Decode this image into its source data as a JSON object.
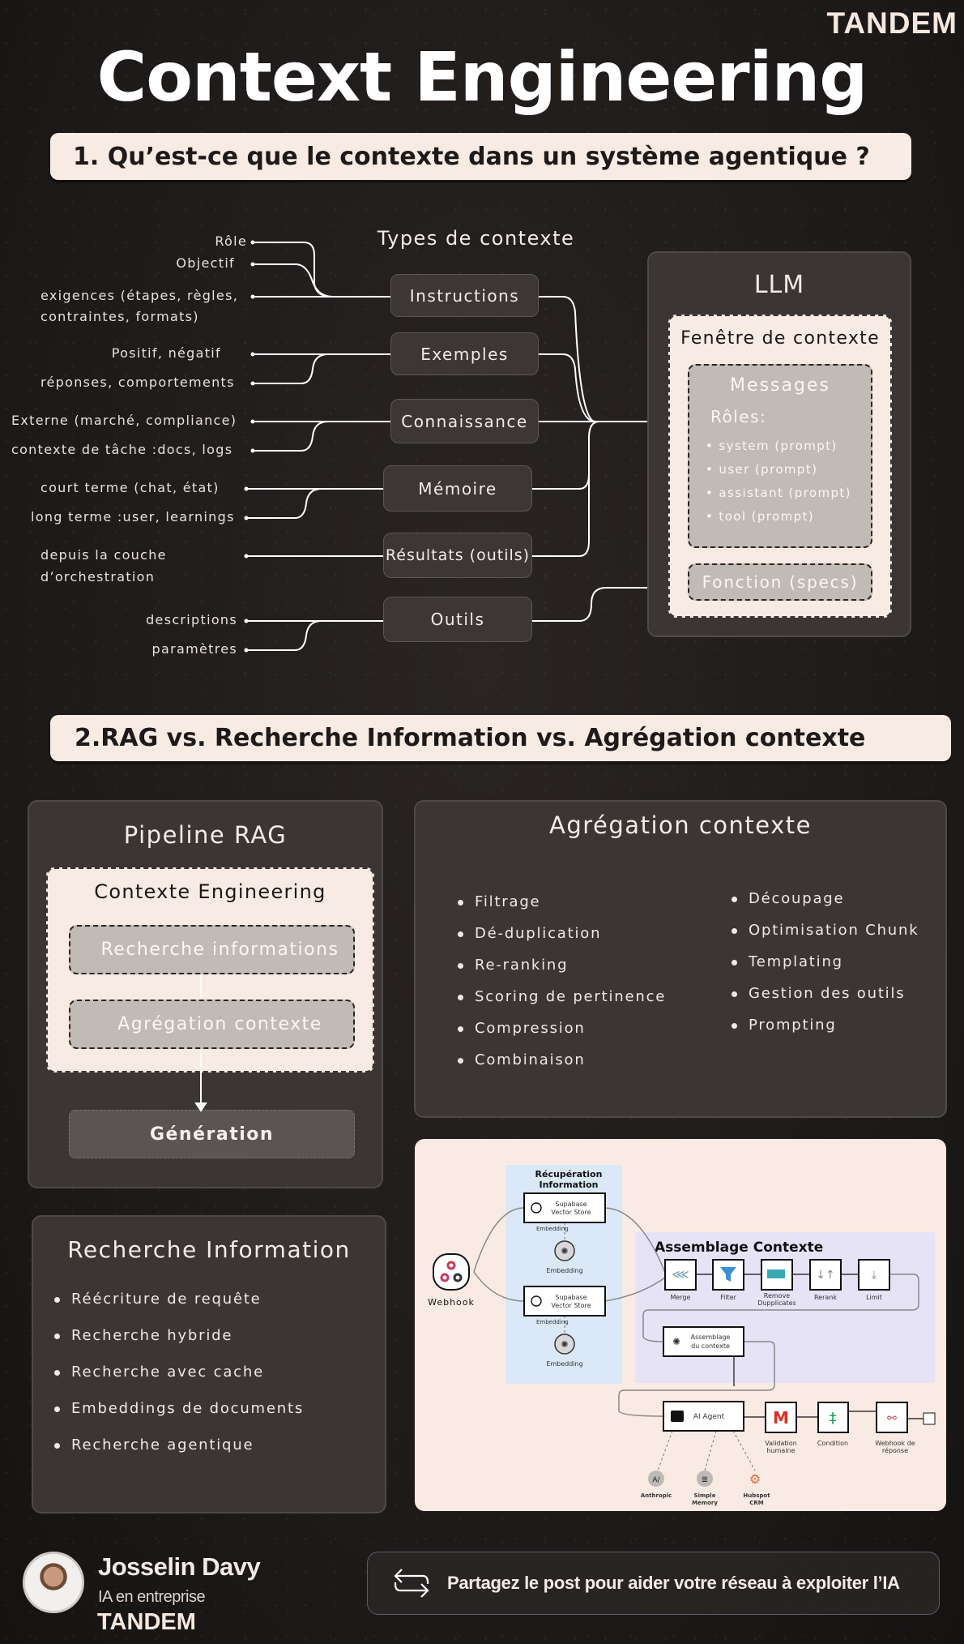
{
  "brand": "TANDEM",
  "title": "Context Engineering",
  "section1": {
    "heading": "1. Qu’est-ce que le contexte dans un système agentique ?",
    "types_title": "Types de contexte",
    "types": [
      "Instructions",
      "Exemples",
      "Connaissance",
      "Mémoire",
      "Résultats (outils)",
      "Outils"
    ],
    "details": {
      "role": "Rôle",
      "objectif": "Objectif",
      "exigences_1": "exigences (étapes, règles,",
      "exigences_2": "contraintes, formats)",
      "positif": "Positif, négatif",
      "reponses": "réponses, comportements",
      "externe": "Externe (marché, compliance)",
      "tache": "contexte de tâche :docs, logs",
      "court": "court terme (chat, état)",
      "long": "long terme :user, learnings",
      "depuis_1": "depuis la couche",
      "depuis_2": "d’orchestration",
      "descriptions": "descriptions",
      "parametres": "paramètres"
    },
    "llm": {
      "title": "LLM",
      "window": "Fenêtre de contexte",
      "messages": "Messages",
      "roles_label": "Rôles:",
      "roles": [
        "system (prompt)",
        "user (prompt)",
        "assistant (prompt)",
        "tool (prompt)"
      ],
      "function": "Fonction (specs)"
    }
  },
  "section2": {
    "heading": "2.RAG vs. Recherche Information vs. Agrégation contexte",
    "pipeline": {
      "title": "Pipeline RAG",
      "inner_title": "Contexte Engineering",
      "step1": "Recherche informations",
      "step2": "Agrégation contexte",
      "step3": "Génération"
    },
    "aggregation": {
      "title": "Agrégation contexte",
      "left": [
        "Filtrage",
        "Dé-duplication",
        "Re-ranking",
        "Scoring de pertinence",
        "Compression",
        "Combinaison"
      ],
      "right": [
        "Découpage",
        "Optimisation Chunk",
        "Templating",
        "Gestion des outils",
        "Prompting"
      ]
    },
    "retrieval": {
      "title": "Recherche Information",
      "items": [
        "Réécriture de requête",
        "Recherche hybride",
        "Recherche avec cache",
        "Embeddings de documents",
        "Recherche agentique"
      ]
    },
    "workflow": {
      "retrieval_group": [
        "Récupération",
        "Information"
      ],
      "assembly_group": "Assemblage Contexte",
      "webhook": "Webhook",
      "vector_store": [
        "Supabase",
        "Vector Store"
      ],
      "embedding": "Embedding",
      "nodes": [
        "Merge",
        "Filter",
        "Remove",
        "Dupplicates",
        "Rerank",
        "Limit"
      ],
      "assemble": [
        "Assemblage",
        "du contexte"
      ],
      "agent": "AI Agent",
      "validation": [
        "Validation",
        "humaine"
      ],
      "condition": "Condition",
      "response": [
        "Webhook de",
        "réponse"
      ],
      "anthropic": "Anthropic",
      "memory": [
        "Simple",
        "Memory"
      ],
      "hubspot": [
        "Hubspot",
        "CRM"
      ]
    }
  },
  "footer": {
    "name": "Josselin Davy",
    "subtitle": "IA en entreprise",
    "company": "TANDEM",
    "share": "Partagez le post pour aider votre réseau à exploiter l’IA"
  },
  "colors": {
    "background": "#1f1b1a",
    "cream": "#f8ebe4",
    "panel": "#3b3634",
    "retrieval_bg": "#dbe8f7",
    "assembly_bg": "#e6e3f6"
  }
}
